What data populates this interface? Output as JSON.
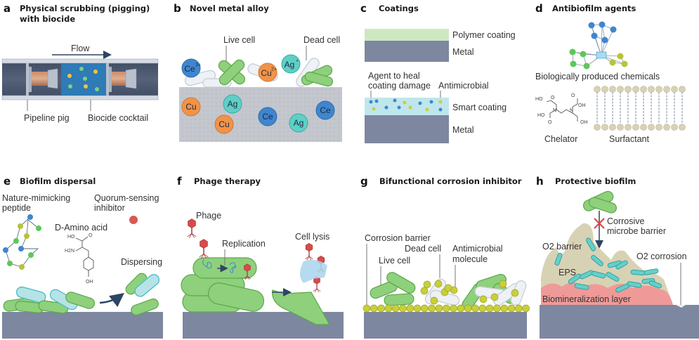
{
  "colors": {
    "metal": "#7d879f",
    "polymer_coating": "#cde8c1",
    "smart_coating": "#bfe6ec",
    "live_cell": "#8fd07c",
    "dead_cell": "#eef1f5",
    "copper": "#f0934a",
    "silver": "#5fcfc6",
    "cerium": "#3f86cf",
    "biomineralization": "#ef9a98",
    "eps": "#d8d2b5",
    "phage": "#d94a4a",
    "arrow": "#2d4563"
  },
  "panels": [
    {
      "letter": "a",
      "title_line1": "Physical scrubbing (pigging)",
      "title_line2": "with biocide",
      "labels": {
        "flow": "Flow",
        "pig": "Pipeline pig",
        "cocktail": "Biocide cocktail"
      }
    },
    {
      "letter": "b",
      "title": "Novel metal alloy",
      "labels": {
        "live": "Live cell",
        "dead": "Dead cell"
      },
      "ions": [
        {
          "symbol": "Ce",
          "charge": "3+",
          "element": "cerium"
        },
        {
          "symbol": "Cu",
          "charge": "2+",
          "element": "copper"
        },
        {
          "symbol": "Ag",
          "charge": "+",
          "element": "silver"
        },
        {
          "symbol": "Cu",
          "charge": "",
          "element": "copper"
        },
        {
          "symbol": "Ag",
          "charge": "",
          "element": "silver"
        },
        {
          "symbol": "Cu",
          "charge": "",
          "element": "copper"
        },
        {
          "symbol": "Ce",
          "charge": "",
          "element": "cerium"
        },
        {
          "symbol": "Ag",
          "charge": "",
          "element": "silver"
        },
        {
          "symbol": "Ce",
          "charge": "",
          "element": "cerium"
        }
      ]
    },
    {
      "letter": "c",
      "title": "Coatings",
      "labels": {
        "polymer": "Polymer coating",
        "metal_top": "Metal",
        "agent_line1": "Agent to heal",
        "agent_line2": "coating damage",
        "antimicrobial": "Antimicrobial",
        "smart": "Smart coating",
        "metal_bottom": "Metal"
      }
    },
    {
      "letter": "d",
      "title": "Antibiofilm agents",
      "labels": {
        "bio": "Biologically produced chemicals",
        "chelator": "Chelator",
        "surfactant": "Surfactant"
      },
      "chem": {
        "ho": "HO",
        "oh": "OH",
        "o": "O",
        "n": "N"
      }
    },
    {
      "letter": "e",
      "title": "Biofilm dispersal",
      "labels": {
        "peptide_line1": "Nature-mimicking",
        "peptide_line2": "peptide",
        "qs_line1": "Quorum-sensing",
        "qs_line2": "inhibitor",
        "amino": "D-Amino acid",
        "dispersing": "Dispersing"
      },
      "chem": {
        "ho": "HO",
        "o": "O",
        "h2n": "H2N",
        "oh": "OH"
      }
    },
    {
      "letter": "f",
      "title": "Phage therapy",
      "labels": {
        "phage": "Phage",
        "replication": "Replication",
        "lysis": "Cell lysis"
      }
    },
    {
      "letter": "g",
      "title": "Bifunctional corrosion inhibitor",
      "labels": {
        "barrier": "Corrosion barrier",
        "dead": "Dead cell",
        "antimicrobial_line1": "Antimicrobial",
        "antimicrobial_line2": "molecule",
        "live": "Live cell"
      }
    },
    {
      "letter": "h",
      "title": "Protective biofilm",
      "labels": {
        "corrosive_line1": "Corrosive",
        "corrosive_line2": "microbe barrier",
        "o2_barrier": "O2 barrier",
        "o2_corrosion": "O2 corrosion",
        "eps": "EPS",
        "biomin": "Biomineralization layer"
      }
    }
  ]
}
